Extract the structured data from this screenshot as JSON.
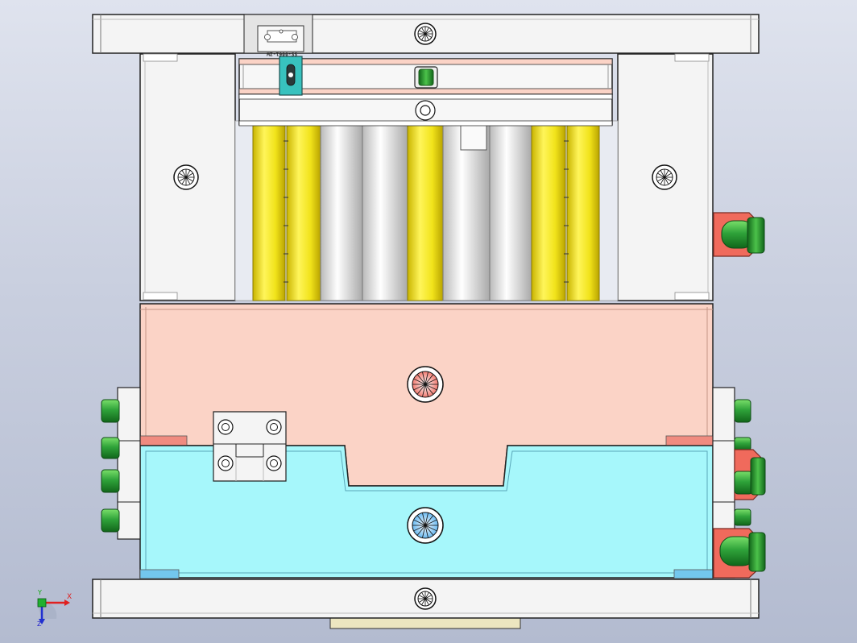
{
  "plate_label": "SS-0061-ZW",
  "axes": {
    "x": "X",
    "y": "Y",
    "z": "Z"
  },
  "colors": {
    "background_top": "#dfe3ee",
    "background_bottom": "#b3bbd0",
    "plate_white": "#f4f4f4",
    "cavity_salmon": "#fbd3c6",
    "core_cyan": "#a6f7fb",
    "pin_yellow": "#f5ee3a",
    "pin_white": "#e8e8e8",
    "connector_green": "#2fa33a",
    "connector_red": "#f06a5c",
    "teal_block": "#38c2be",
    "outline": "#222222"
  }
}
